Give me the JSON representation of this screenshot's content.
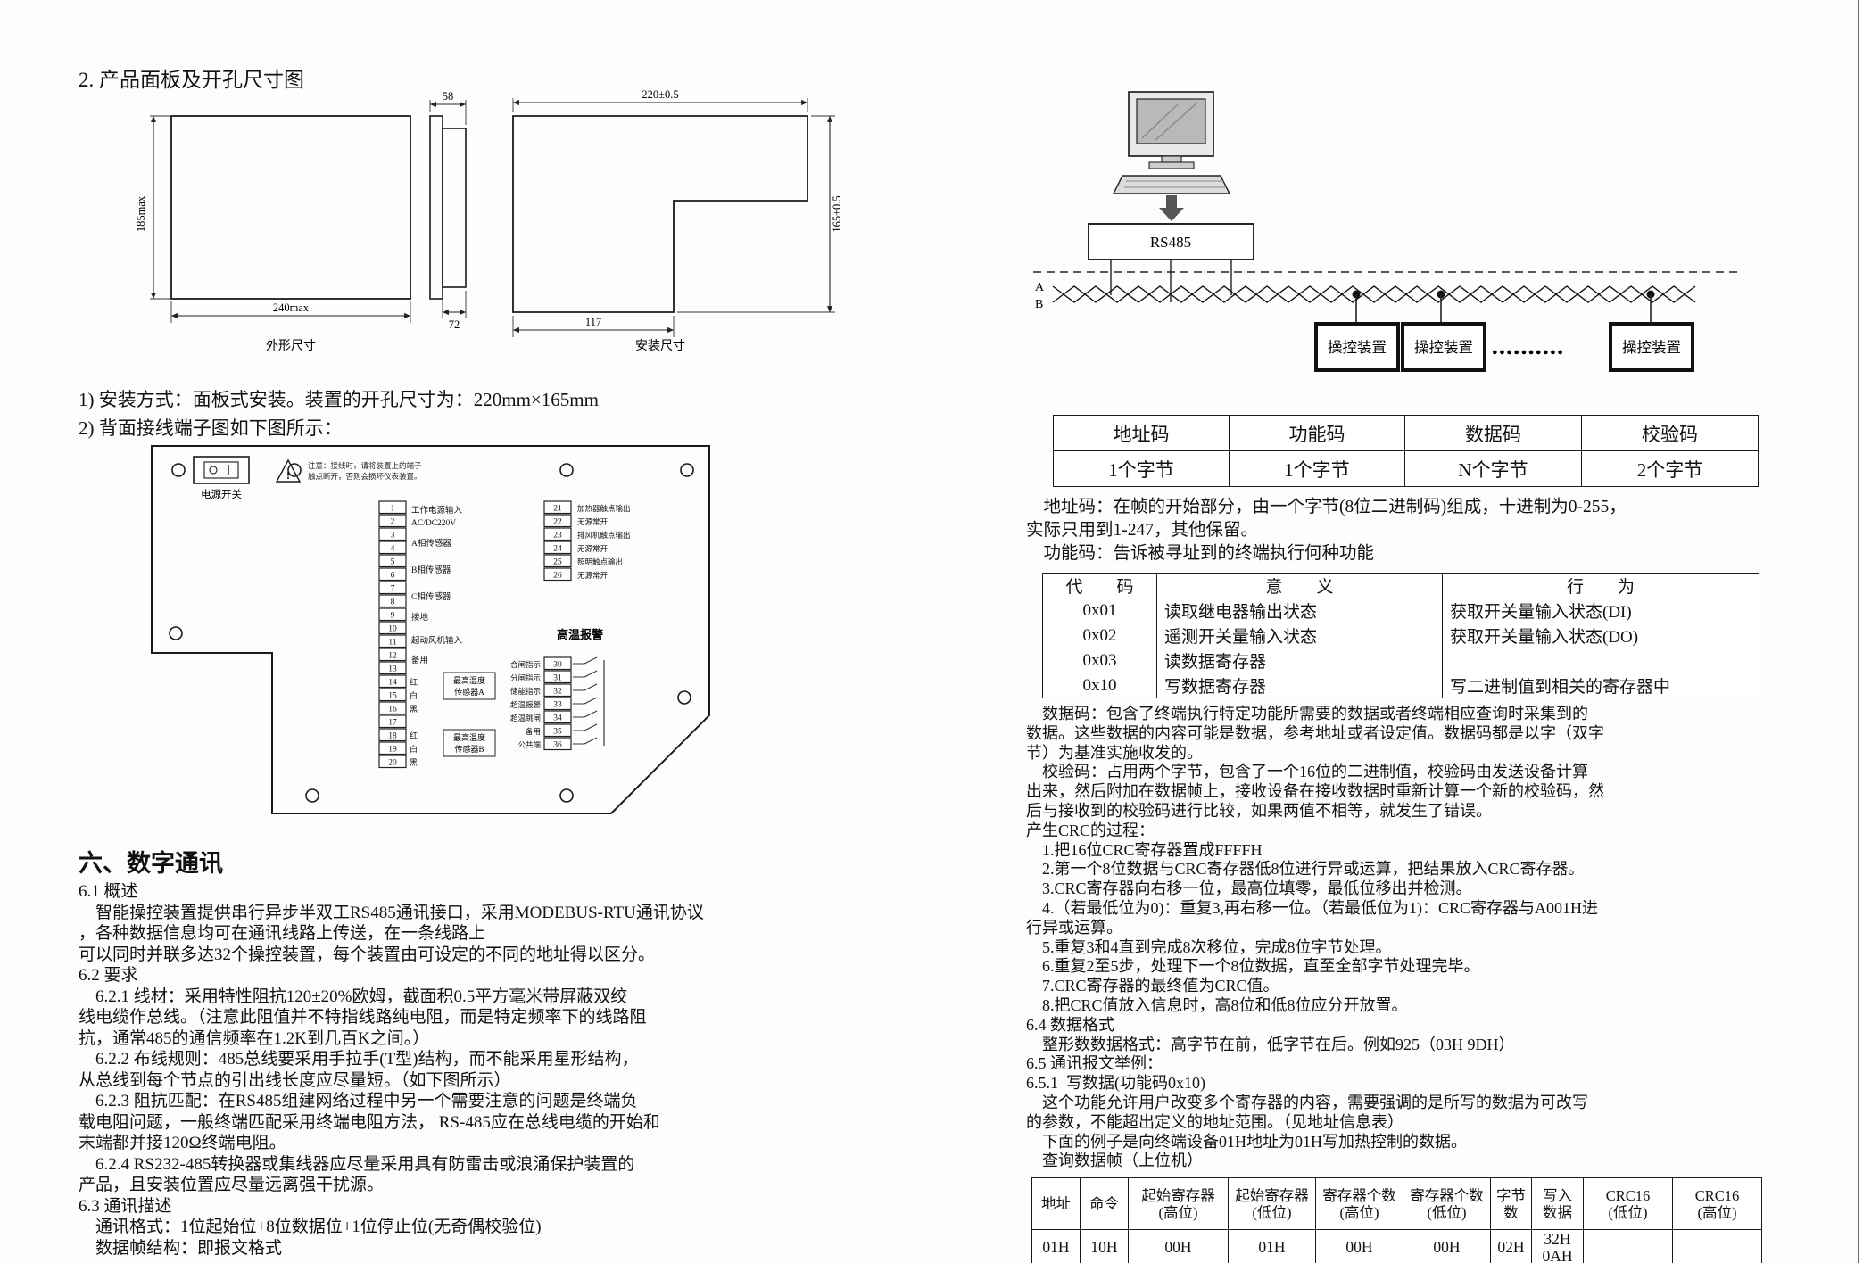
{
  "left": {
    "sec2_title": "2. 产品面板及开孔尺寸图",
    "drawing": {
      "dim_185": "185max",
      "dim_240": "240max",
      "dim_58": "58",
      "dim_72": "72",
      "label_outline": "外形尺寸",
      "dim_220": "220±0.5",
      "dim_165": "165±0.5",
      "dim_117": "117",
      "label_install": "安装尺寸"
    },
    "note1": "1) 安装方式：面板式安装。装置的开孔尺寸为：220mm×165mm",
    "note2": "2) 背面接线端子图如下图所示：",
    "terminal": {
      "power_switch_label": "电源开关",
      "warning_lines": [
        "注意：接线时，请将装置上的端子",
        "触点断开，否则会损坏仪表装置。"
      ],
      "warning_mark": "!",
      "hot_alarm_label": "高温报警",
      "left_numbers": [
        "1",
        "2",
        "3",
        "4",
        "5",
        "6",
        "7",
        "8",
        "9",
        "10",
        "11",
        "12",
        "13",
        "14",
        "15",
        "16",
        "17",
        "18",
        "19",
        "20"
      ],
      "upper_right_numbers": [
        "21",
        "22",
        "23",
        "24",
        "25",
        "26"
      ],
      "lower_right_numbers": [
        "30",
        "31",
        "32",
        "33",
        "34",
        "35",
        "36"
      ],
      "center_labels": [
        "工作电源输入",
        "AC/DC220V",
        "A相传感器",
        "B相传感器",
        "C相传感器",
        "接地",
        "起动风机输入",
        "备用"
      ],
      "color_marks": [
        "红",
        "白",
        "黑"
      ],
      "sensor_a_label": [
        "最高温度",
        "传感器A"
      ],
      "sensor_b_label": [
        "最高温度",
        "传感器B"
      ],
      "upper_right_labels": [
        "加热器触点输出",
        "无源常开",
        "排风机触点输出",
        "无源常开",
        "照明触点输出",
        "无源常开"
      ],
      "lower_right_labels": [
        "合闸指示",
        "分闸指示",
        "储能指示",
        "超温报警",
        "超温跳闸",
        "备用",
        "公共端"
      ]
    },
    "sec6_title": "六、数字通讯",
    "body": [
      "6.1 概述",
      "    智能操控装置提供串行异步半双工RS485通讯接口，采用MODEBUS-RTU通讯协议",
      "，各种数据信息均可在通讯线路上传送，在一条线路上",
      "可以同时并联多达32个操控装置，每个装置由可设定的不同的地址得以区分。",
      "6.2 要求",
      "    6.2.1 线材：采用特性阻抗120±20%欧姆，截面积0.5平方毫米带屏蔽双绞",
      "线电缆作总线。（注意此阻值并不特指线路纯电阻，而是特定频率下的线路阻",
      "抗，通常485的通信频率在1.2K到几百K之间。）",
      "    6.2.2 布线规则：485总线要采用手拉手(T型)结构，而不能采用星形结构，",
      "从总线到每个节点的引出线长度应尽量短。（如下图所示）",
      "    6.2.3 阻抗匹配：在RS485组建网络过程中另一个需要注意的问题是终端负",
      "载电阻问题，一般终端匹配采用终端电阻方法， RS-485应在总线电缆的开始和",
      "末端都并接120Ω终端电阻。",
      "    6.2.4 RS232-485转换器或集线器应尽量采用具有防雷击或浪涌保护装置的",
      "产品，且安装位置应尽量远离强干扰源。",
      "6.3 通讯描述",
      "    通讯格式：1位起始位+8位数据位+1位停止位(无奇偶校验位)",
      "    数据帧结构：即报文格式"
    ]
  },
  "right": {
    "network": {
      "rs485": "RS485",
      "bus_a": "A",
      "bus_b": "B",
      "device": "操控装置",
      "dots": "●●●●●●●●●●"
    },
    "frame_table": {
      "headers": [
        "地址码",
        "功能码",
        "数据码",
        "校验码"
      ],
      "row": [
        "1个字节",
        "1个字节",
        "N个字节",
        "2个字节"
      ]
    },
    "para_addr": [
      "    地址码：在帧的开始部分，由一个字节(8位二进制码)组成，十进制为0-255，",
      "实际只用到1-247，其他保留。",
      "    功能码：告诉被寻址到的终端执行何种功能"
    ],
    "func_table": {
      "headers": [
        "代　　码",
        "意　　义",
        "行　　为"
      ],
      "rows": [
        [
          "0x01",
          "读取继电器输出状态",
          "获取开关量输入状态(DI)"
        ],
        [
          "0x02",
          "遥测开关量输入状态",
          "获取开关量输入状态(DO)"
        ],
        [
          "0x03",
          "读数据寄存器",
          ""
        ],
        [
          "0x10",
          "写数据寄存器",
          "写二进制值到相关的寄存器中"
        ]
      ]
    },
    "para_main": [
      "    数据码：包含了终端执行特定功能所需要的数据或者终端相应查询时采集到的",
      "数据。这些数据的内容可能是数据，参考地址或者设定值。数据码都是以字（双字",
      "节）为基准实施收发的。",
      "    校验码：占用两个字节，包含了一个16位的二进制值，校验码由发送设备计算",
      "出来，然后附加在数据帧上，接收设备在接收数据时重新计算一个新的校验码，然",
      "后与接收到的校验码进行比较，如果两值不相等，就发生了错误。",
      "产生CRC的过程：",
      "    1.把16位CRC寄存器置成FFFFH",
      "    2.第一个8位数据与CRC寄存器低8位进行异或运算，把结果放入CRC寄存器。",
      "    3.CRC寄存器向右移一位，最高位填零，最低位移出并检测。",
      "    4.（若最低位为0)：重复3,再右移一位。（若最低位为1)：CRC寄存器与A001H进",
      "行异或运算。",
      "    5.重复3和4直到完成8次移位，完成8位字节处理。",
      "    6.重复2至5步，处理下一个8位数据，直至全部字节处理完毕。",
      "    7.CRC寄存器的最终值为CRC值。",
      "    8.把CRC值放入信息时，高8位和低8位应分开放置。",
      "6.4 数据格式",
      "    整形数数据格式：高字节在前，低字节在后。例如925（03H 9DH）",
      "6.5 通讯报文举例：",
      "6.5.1  写数据(功能码0x10)",
      "    这个功能允许用户改变多个寄存器的内容，需要强调的是所写的数据为可改写",
      "的参数，不能超出定义的地址范围。（见地址信息表）",
      "    下面的例子是向终端设备01H地址为01H写加热控制的数据。",
      "    查询数据帧（上位机）"
    ],
    "query_table": {
      "headers": [
        "地址",
        "命令",
        "起始寄存器\n(高位)",
        "起始寄存器\n(低位)",
        "寄存器个数\n(高位)",
        "寄存器个数\n(低位)",
        "字节\n数",
        "写入\n数据",
        "CRC16\n(低位)",
        "CRC16\n(高位)"
      ],
      "row": [
        "01H",
        "10H",
        "00H",
        "01H",
        "00H",
        "00H",
        "02H",
        "32H\n0AH",
        "",
        ""
      ]
    }
  }
}
